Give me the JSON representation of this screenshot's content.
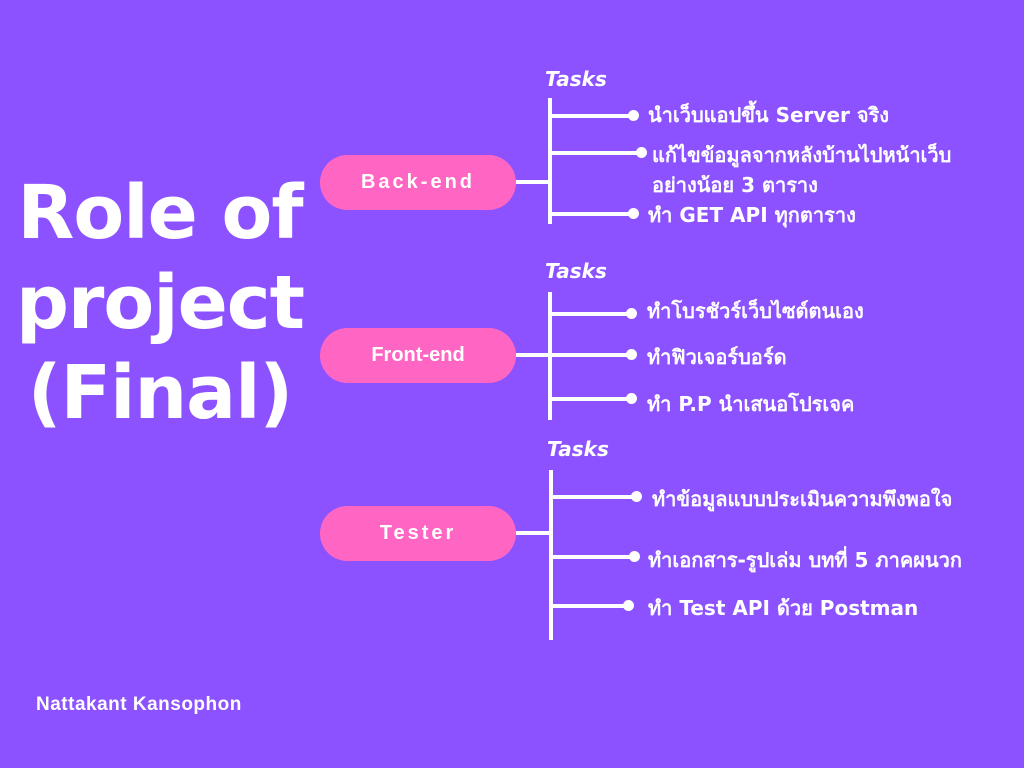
{
  "title": {
    "lines": [
      "Role of",
      "project",
      "(Final)"
    ]
  },
  "author": "Nattakant Kansophon",
  "colors": {
    "background": "#8c52ff",
    "pill": "#ff66c4",
    "text": "#ffffff"
  },
  "roles": [
    {
      "name": "Back-end",
      "tasks_label": "Tasks",
      "tasks": [
        "นำเว็บแอปขึ้น Server จริง",
        "แก้ไขข้อมูลจากหลังบ้านไปหน้าเว็บ",
        "อย่างน้อย 3 ตาราง",
        "ทำ GET API ทุกตาราง"
      ]
    },
    {
      "name": "Front-end",
      "tasks_label": "Tasks",
      "tasks": [
        "ทำโบรชัวร์เว็บไซต์ตนเอง",
        "ทำฟิวเจอร์บอร์ด",
        "ทำ P.P นำเสนอโปรเจค"
      ]
    },
    {
      "name": "Tester",
      "tasks_label": "Tasks",
      "tasks": [
        "ทำข้อมูลแบบประเมินความพึงพอใจ",
        "ทำเอกสาร-รูปเล่ม บทที่ 5 ภาคผนวก",
        "ทำ Test API ด้วย Postman"
      ]
    }
  ]
}
